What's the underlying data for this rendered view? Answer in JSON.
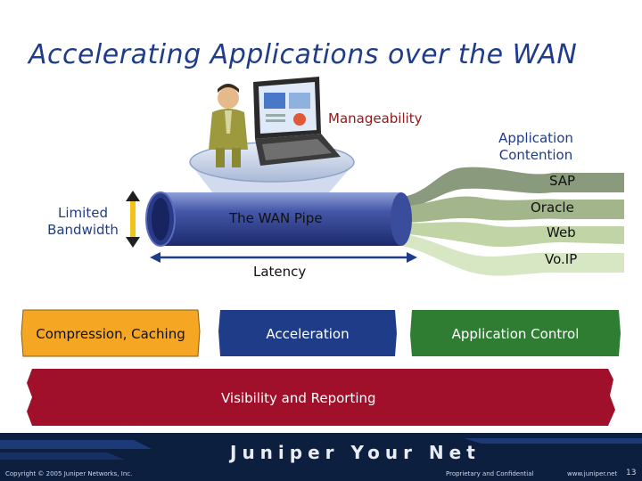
{
  "slide": {
    "title": "Accelerating Applications over the WAN",
    "slide_number": "13"
  },
  "diagram": {
    "manageability_label": "Manageability",
    "application_contention_label": "Application\nContention",
    "limited_bandwidth_label": "Limited\nBandwidth",
    "pipe_label": "The WAN Pipe",
    "latency_label": "Latency",
    "apps": [
      "SAP",
      "Oracle",
      "Web",
      "Vo.IP"
    ],
    "boxes": {
      "compression": "Compression, Caching",
      "acceleration": "Acceleration",
      "application_control": "Application Control",
      "visibility": "Visibility and Reporting"
    }
  },
  "footer": {
    "copyright": "Copyright © 2005 Juniper Networks, Inc.",
    "brand": "Juniper Your Net",
    "proprietary": "Proprietary and Confidential",
    "website": "www.juniper.net"
  },
  "colors": {
    "title": "#1f3c88",
    "pipe": "#2d3f8f",
    "compression_box": "#f5a623",
    "acceleration_box": "#1f3c88",
    "app_control_box": "#2e7d32",
    "visibility_band": "#a0102a",
    "footer": "#0d1f3f"
  }
}
